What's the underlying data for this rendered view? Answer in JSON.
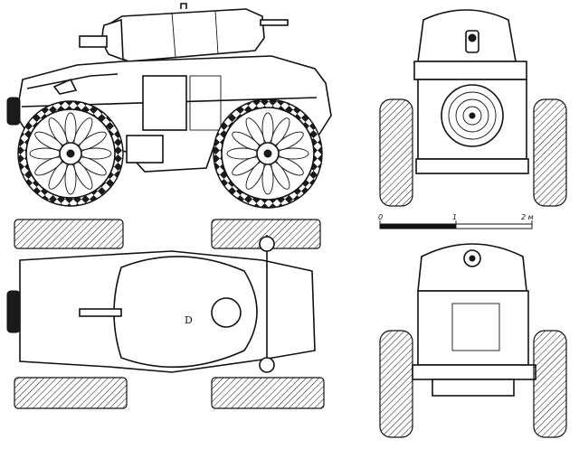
{
  "scale_bar": {
    "ticks": [
      "0",
      "1",
      "2 м"
    ]
  },
  "top_view": {
    "turret_mark": "D"
  }
}
